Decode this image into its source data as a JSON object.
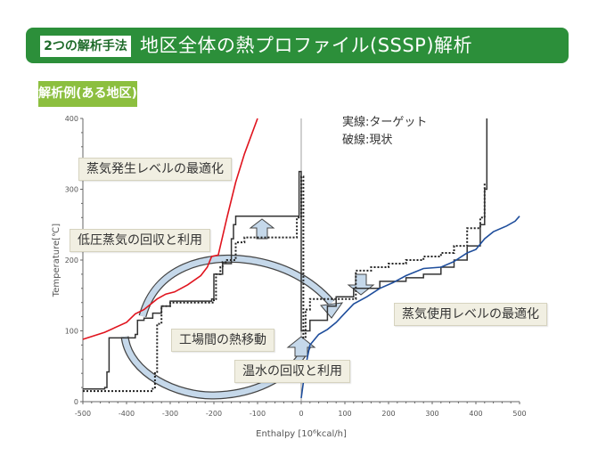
{
  "header": {
    "tag": "2つの解析手法",
    "title": "地区全体の熱プロファイル(SSSP)解析"
  },
  "subheader": {
    "label": "解析例(ある地区)"
  },
  "legend": {
    "solid": "実線:ターゲット",
    "dashed": "破線:現状"
  },
  "annotations": {
    "steam_generation": "蒸気発生レベルの最適化",
    "low_pressure_steam": "低圧蒸気の回収と利用",
    "inter_plant": "工場間の熱移動",
    "hot_water": "温水の回収と利用",
    "steam_usage": "蒸気使用レベルの最適化"
  },
  "colors": {
    "banner": "#2c8f3a",
    "subtag": "#8cbf3f",
    "hot_curve": "#e0141e",
    "cold_curve": "#1f4e9c",
    "profile": "#333333",
    "arrow_fill": "#c5d8ea"
  },
  "chart_data": {
    "type": "line",
    "title": "地区全体の熱プロファイル(SSSP)解析",
    "xlabel": "Enthalpy [10⁶kcal/h]",
    "ylabel": "Temperature[℃]",
    "xlim": [
      -500,
      500
    ],
    "ylim": [
      0,
      400
    ],
    "xticks": [
      -500,
      -400,
      -300,
      -200,
      -100,
      0,
      100,
      200,
      300,
      400,
      500
    ],
    "yticks": [
      0,
      100,
      200,
      300,
      400
    ],
    "grid": false,
    "series": [
      {
        "name": "Hot utility curve (red)",
        "x": [
          -500,
          -450,
          -400,
          -380,
          -360,
          -330,
          -310,
          -290,
          -260,
          -230,
          -215,
          -205,
          -190,
          -170,
          -150,
          -130,
          -100
        ],
        "y": [
          88,
          98,
          112,
          124,
          130,
          145,
          152,
          155,
          165,
          178,
          190,
          205,
          207,
          260,
          310,
          350,
          400
        ]
      },
      {
        "name": "Blue cold curve",
        "x": [
          0,
          10,
          20,
          40,
          60,
          80,
          100,
          120,
          150,
          180,
          210,
          240,
          280,
          320,
          350,
          380,
          400,
          420,
          440,
          470,
          490,
          500
        ],
        "y": [
          5,
          50,
          80,
          95,
          102,
          112,
          125,
          138,
          148,
          160,
          168,
          178,
          188,
          190,
          198,
          210,
          215,
          230,
          240,
          248,
          255,
          262
        ]
      },
      {
        "name": "Target profile (solid)",
        "x": [
          -500,
          -450,
          -445,
          -440,
          -380,
          -375,
          -360,
          -340,
          -320,
          -300,
          -205,
          -200,
          -180,
          -160,
          -160,
          -155,
          -150,
          -100,
          -5,
          -5,
          0,
          20,
          20,
          60,
          60,
          80,
          80,
          120,
          180,
          240,
          280,
          320,
          350,
          380,
          410,
          420,
          425
        ],
        "y": [
          18,
          20,
          42,
          90,
          95,
          115,
          118,
          125,
          135,
          142,
          145,
          180,
          195,
          200,
          230,
          250,
          262,
          262,
          262,
          325,
          100,
          100,
          115,
          115,
          135,
          135,
          148,
          160,
          170,
          175,
          180,
          190,
          200,
          220,
          250,
          300,
          400
        ]
      },
      {
        "name": "Current profile (dashed)",
        "x": [
          -500,
          -340,
          -335,
          -330,
          -320,
          -300,
          -200,
          -195,
          -185,
          -180,
          -170,
          -150,
          -130,
          -90,
          -10,
          0,
          5,
          10,
          20,
          60,
          120,
          125,
          160,
          200,
          240,
          280,
          320,
          350,
          380,
          410,
          420
        ],
        "y": [
          15,
          20,
          42,
          110,
          135,
          140,
          145,
          180,
          190,
          197,
          200,
          225,
          232,
          232,
          260,
          318,
          90,
          130,
          145,
          145,
          145,
          185,
          190,
          195,
          200,
          205,
          210,
          220,
          245,
          260,
          310
        ]
      }
    ],
    "annotations": [
      "蒸気発生レベルの最適化",
      "低圧蒸気の回収と利用",
      "工場間の熱移動",
      "温水の回収と利用",
      "蒸気使用レベルの最適化",
      "実線:ターゲット",
      "破線:現状"
    ]
  }
}
